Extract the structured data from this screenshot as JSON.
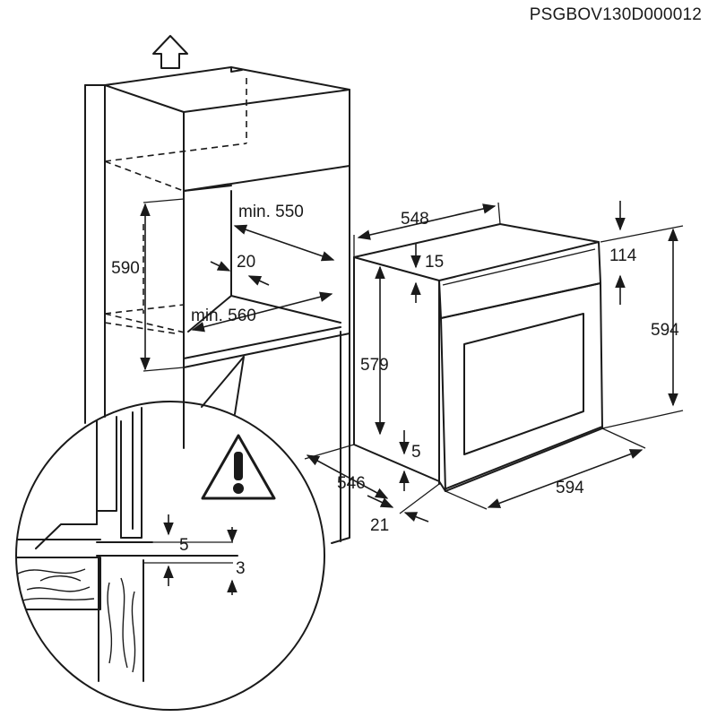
{
  "product_code": "PSGBOV130D000012",
  "niche": {
    "min_width": "min. 550",
    "min_depth": "min. 560",
    "height": "590",
    "gap": "20"
  },
  "oven": {
    "width": "594",
    "height": "594",
    "depth_top": "548",
    "body_height": "579",
    "depth_side": "546",
    "door_thickness": "21",
    "top_offset": "15",
    "panel_height": "114",
    "bottom_offset": "5"
  },
  "detail": {
    "gap": "5",
    "offset": "3"
  },
  "icons": {
    "upward_arrow": "up-arrow-icon",
    "warning": "warning-icon"
  }
}
